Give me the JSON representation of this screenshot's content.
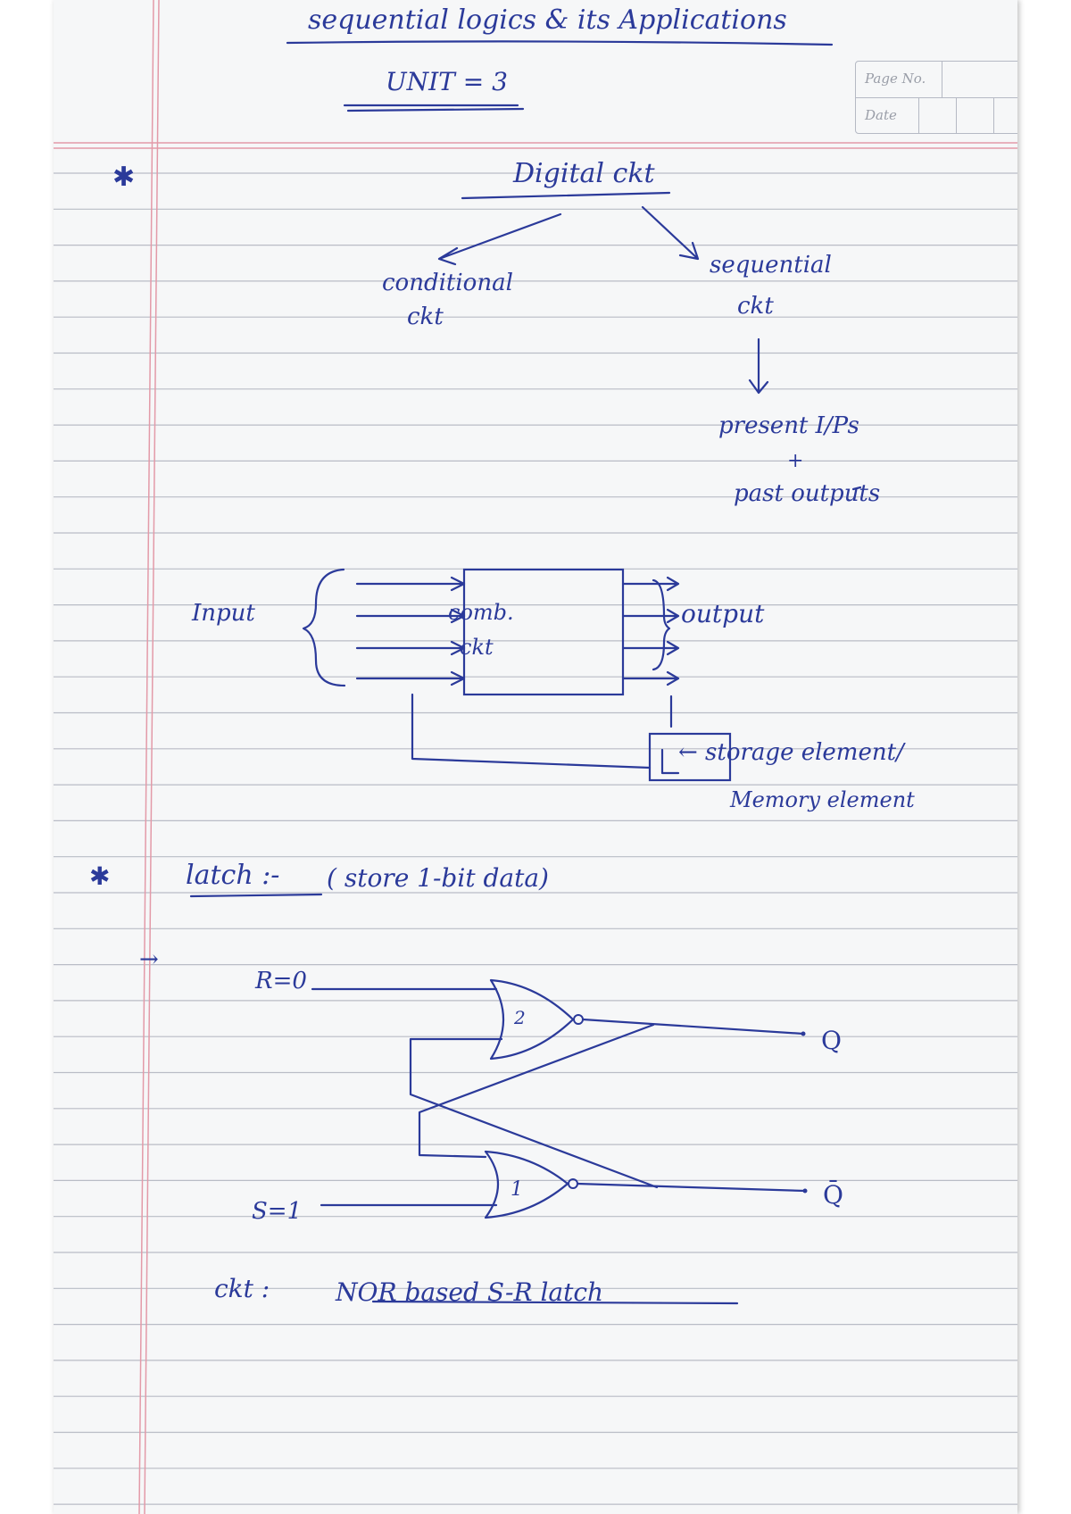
{
  "header": {
    "title": "sequential logics & its Applications",
    "unit": "UNIT = 3",
    "page_no_label": "Page No.",
    "date_label": "Date"
  },
  "section1": {
    "bullet": "✱",
    "root": "Digital ckt",
    "left_branch_line1": "conditional",
    "left_branch_line2": "ckt",
    "right_branch_line1": "sequential",
    "right_branch_line2": "ckt",
    "note_line1": "present I/Ps",
    "note_plus": "+",
    "note_line2": "past outputs"
  },
  "block_diagram": {
    "input_label": "Input",
    "box_line1": "comb.",
    "box_line2": "ckt",
    "output_label": "output",
    "storage_label": "← storage element/",
    "memory_label": "Memory element"
  },
  "section2": {
    "bullet": "✱",
    "heading": "latch :-",
    "note": "( store 1-bit data)",
    "arrow": "→"
  },
  "latch_circuit": {
    "r_label": "R=0",
    "s_label": "S=1",
    "gate_top_number": "2",
    "gate_bottom_number": "1",
    "q_label": "Q",
    "qbar_label": "Q̄",
    "caption_prefix": "ckt :",
    "caption": "NOR based S-R latch"
  },
  "colors": {
    "ink": "#2b3a9a",
    "margin_line": "#e39aa8",
    "ruled_line": "#b9bcc6"
  }
}
